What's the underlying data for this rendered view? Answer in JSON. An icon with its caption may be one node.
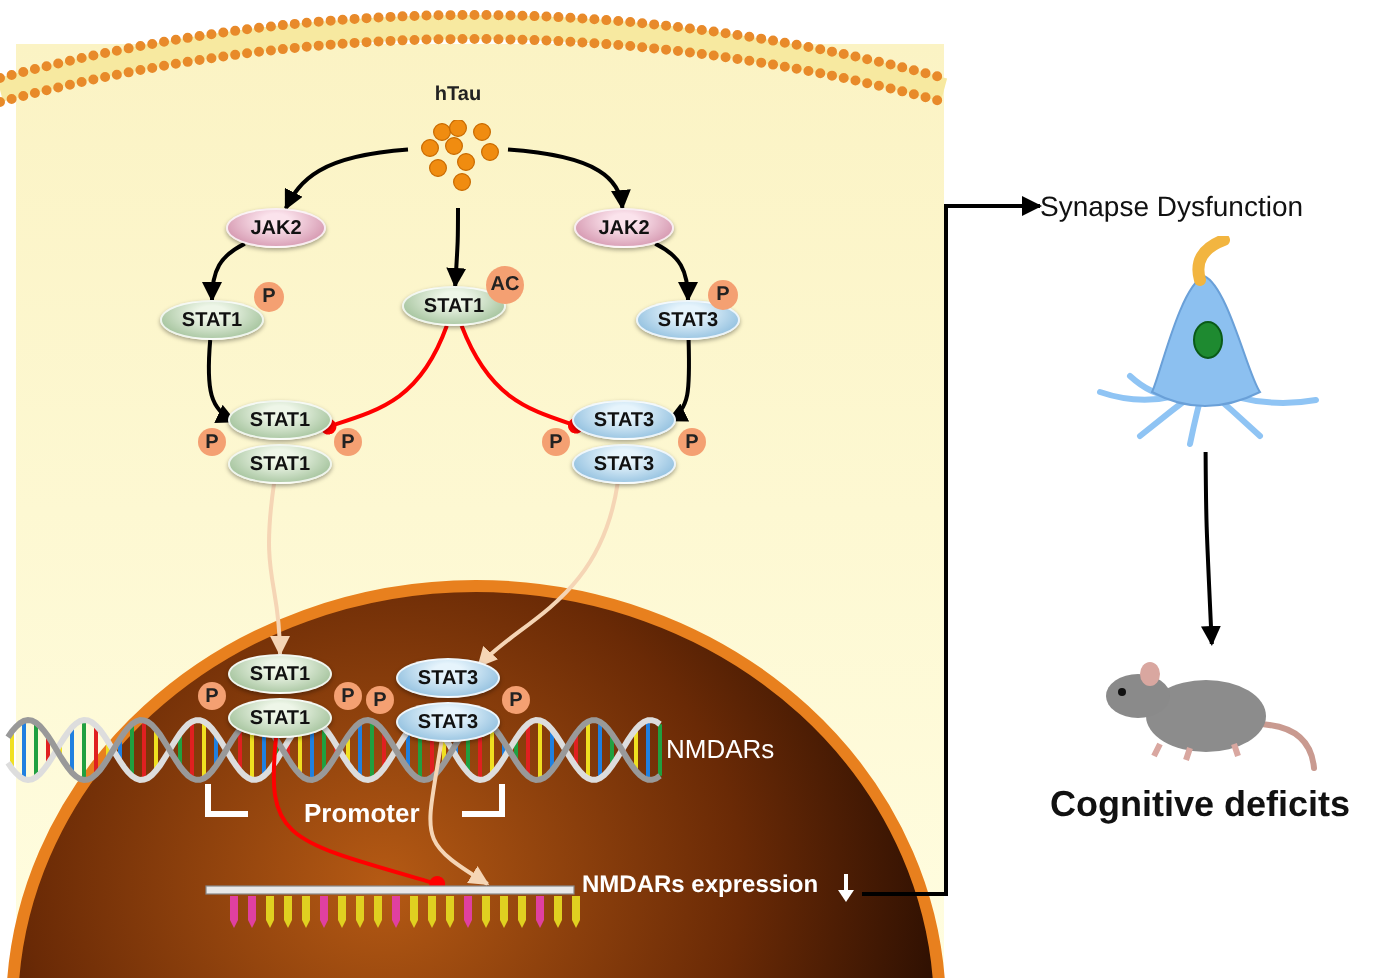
{
  "diagram": {
    "nodes": [
      {
        "text": [
          "hTau"
        ]
      },
      {
        "text": [
          "JAK2"
        ]
      },
      {
        "text": [
          "JAK2"
        ]
      },
      {
        "text": [
          "STAT1"
        ],
        "beside": [
          "P"
        ]
      },
      {
        "text": [
          "STAT1"
        ],
        "beside": [
          "AC"
        ]
      },
      {
        "text": [
          "STAT3"
        ],
        "beside": [
          "P"
        ]
      },
      {
        "text": [
          "STAT1",
          "STAT1"
        ],
        "beside": [
          "P",
          "P"
        ]
      },
      {
        "text": [
          "STAT3",
          "STAT3"
        ],
        "beside": [
          "P",
          "P"
        ]
      },
      {
        "text": [
          "STAT1",
          "STAT1"
        ],
        "beside": [
          "P",
          "P"
        ]
      },
      {
        "text": [
          "STAT3",
          "STAT3"
        ],
        "beside": [
          "P",
          "P"
        ]
      },
      {
        "text": [],
        "shape": "bar",
        "beside": [
          "NMDARs expression"
        ]
      },
      {
        "text": [
          "Synapse Dysfunction"
        ]
      },
      {
        "text": [],
        "shape": "picture"
      },
      {
        "text": [],
        "shape": "picture",
        "beside": [
          "Cognitive deficits"
        ]
      }
    ],
    "edges": [
      {
        "from": 0,
        "to": 1,
        "arrow": "to"
      },
      {
        "from": 0,
        "to": 2,
        "arrow": "to"
      },
      {
        "from": 0,
        "to": 4,
        "arrow": "to"
      },
      {
        "from": 1,
        "to": 3,
        "arrow": "to"
      },
      {
        "from": 2,
        "to": 5,
        "arrow": "to"
      },
      {
        "from": 3,
        "to": 6,
        "arrow": "to"
      },
      {
        "from": 5,
        "to": 7,
        "arrow": "to"
      },
      {
        "from": 4,
        "to": 6,
        "arrow": "other",
        "color": "#ff0000"
      },
      {
        "from": 4,
        "to": 7,
        "arrow": "other",
        "color": "#ff0000"
      },
      {
        "from": 6,
        "to": 8,
        "arrow": "to",
        "color": "#f5d5b5"
      },
      {
        "from": 7,
        "to": 9,
        "arrow": "to",
        "color": "#f5d5b5"
      },
      {
        "from": 8,
        "to": 10,
        "arrow": "other",
        "color": "#ff0000"
      },
      {
        "from": 9,
        "to": 10,
        "arrow": "to",
        "color": "#f5d5b5"
      },
      {
        "from": 10,
        "to": 11,
        "arrow": "to"
      },
      {
        "from": 12,
        "to": 13,
        "arrow": "to"
      }
    ],
    "labels": [
      "NMDARs",
      "Promoter"
    ]
  }
}
